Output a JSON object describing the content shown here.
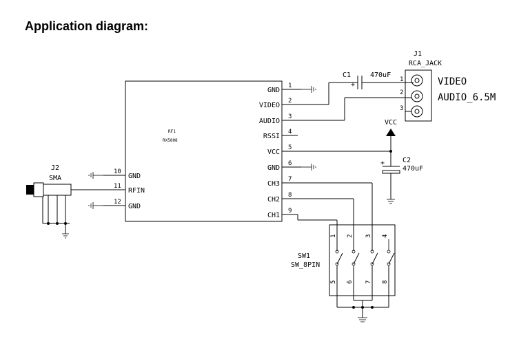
{
  "heading": "Application diagram:",
  "module": {
    "refdes": "RF1",
    "part": "RX5808",
    "right_pins": [
      {
        "num": "1",
        "name": "GND"
      },
      {
        "num": "2",
        "name": "VIDEO"
      },
      {
        "num": "3",
        "name": "AUDIO"
      },
      {
        "num": "4",
        "name": "RSSI"
      },
      {
        "num": "5",
        "name": "VCC"
      },
      {
        "num": "6",
        "name": "GND"
      },
      {
        "num": "7",
        "name": "CH3"
      },
      {
        "num": "8",
        "name": "CH2"
      },
      {
        "num": "9",
        "name": "CH1"
      }
    ],
    "left_pins": [
      {
        "num": "10",
        "name": "GND"
      },
      {
        "num": "11",
        "name": "RFIN"
      },
      {
        "num": "12",
        "name": "GND"
      }
    ]
  },
  "antenna_connector": {
    "refdes": "J2",
    "type": "SMA"
  },
  "rca_jack": {
    "refdes": "J1",
    "type": "RCA_JACK",
    "pin_numbers": [
      "1",
      "2",
      "3"
    ],
    "outputs": [
      "VIDEO",
      "AUDIO_6.5M"
    ]
  },
  "capacitor_c1": {
    "refdes": "C1",
    "value": "470uF"
  },
  "capacitor_c2": {
    "refdes": "C2",
    "value": "470uF"
  },
  "supply_label": "VCC",
  "switch": {
    "refdes": "SW1",
    "type": "SW_8PIN",
    "top_pins": [
      "1",
      "2",
      "3",
      "4"
    ],
    "bottom_pins": [
      "5",
      "6",
      "7",
      "8"
    ]
  }
}
